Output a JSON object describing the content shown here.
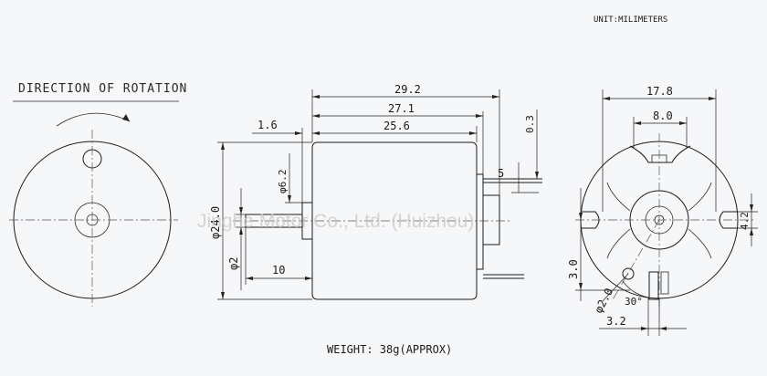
{
  "unit_label": "UNIT:MILIMETERS",
  "rotation_title": "DIRECTION OF ROTATION",
  "weight_label": "WEIGHT: 38g(APPROX)",
  "watermark": "Jinghe Motor Co., Ltd. (Huizhou)",
  "side_view": {
    "dim_total_length": "29.2",
    "dim_body_length": "27.1",
    "dim_can_length": "25.6",
    "dim_flange": "1.6",
    "dim_endcap_gap": "0.3",
    "dim_terminal": "5",
    "dim_boss_diameter": "φ6.2",
    "dim_body_diameter": "φ24.0",
    "dim_shaft_diameter": "φ2",
    "dim_shaft_length": "10"
  },
  "end_view": {
    "dim_width": "17.8",
    "dim_hole_spacing": "8.0",
    "dim_slot_width": "4.2",
    "dim_hole_offset": "3.0",
    "dim_hole_diameter": "φ2.0",
    "dim_angle": "30°",
    "dim_slot_offset": "3.2"
  }
}
